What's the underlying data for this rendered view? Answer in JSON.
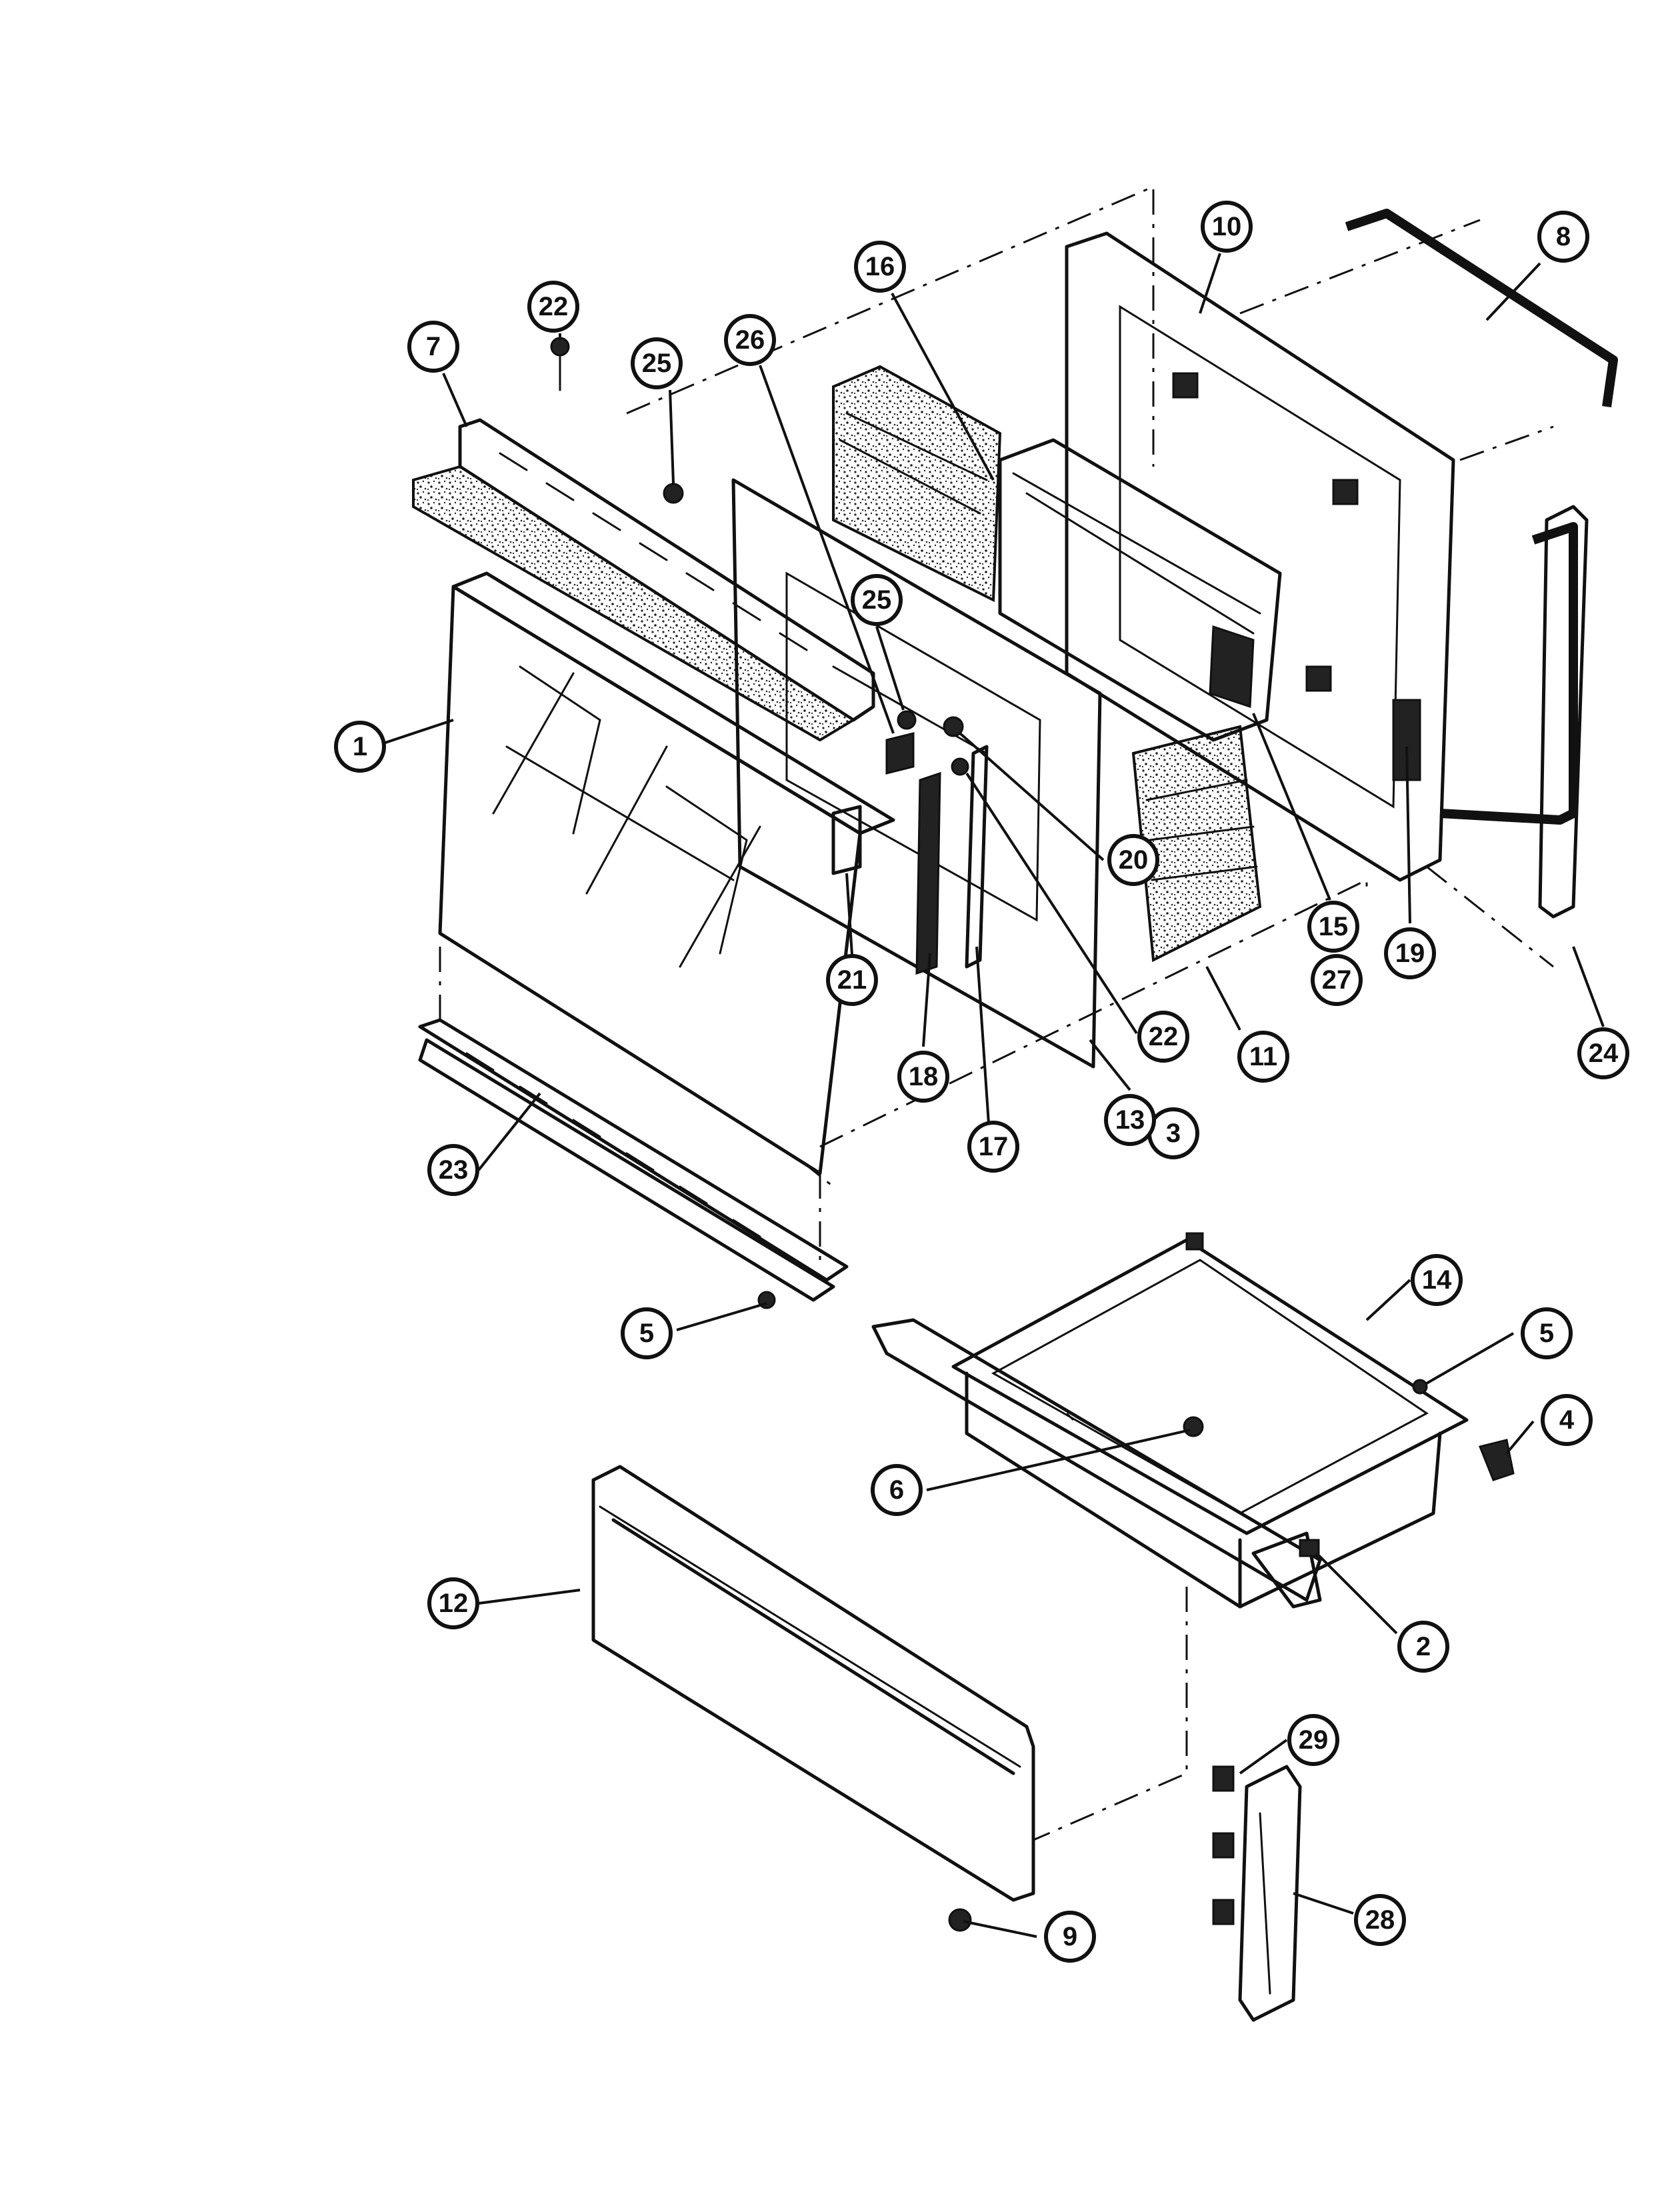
{
  "diagram": {
    "callouts": [
      {
        "id": "c1",
        "label": "1"
      },
      {
        "id": "c2",
        "label": "2"
      },
      {
        "id": "c3",
        "label": "3"
      },
      {
        "id": "c4",
        "label": "4"
      },
      {
        "id": "c5a",
        "label": "5"
      },
      {
        "id": "c5b",
        "label": "5"
      },
      {
        "id": "c6",
        "label": "6"
      },
      {
        "id": "c7",
        "label": "7"
      },
      {
        "id": "c8",
        "label": "8"
      },
      {
        "id": "c9",
        "label": "9"
      },
      {
        "id": "c10",
        "label": "10"
      },
      {
        "id": "c11",
        "label": "11"
      },
      {
        "id": "c12",
        "label": "12"
      },
      {
        "id": "c13",
        "label": "13"
      },
      {
        "id": "c14",
        "label": "14"
      },
      {
        "id": "c15",
        "label": "15"
      },
      {
        "id": "c16",
        "label": "16"
      },
      {
        "id": "c17",
        "label": "17"
      },
      {
        "id": "c18",
        "label": "18"
      },
      {
        "id": "c19",
        "label": "19"
      },
      {
        "id": "c20",
        "label": "20"
      },
      {
        "id": "c21",
        "label": "21"
      },
      {
        "id": "c22a",
        "label": "22"
      },
      {
        "id": "c22b",
        "label": "22"
      },
      {
        "id": "c23",
        "label": "23"
      },
      {
        "id": "c24",
        "label": "24"
      },
      {
        "id": "c25a",
        "label": "25"
      },
      {
        "id": "c25b",
        "label": "25"
      },
      {
        "id": "c26",
        "label": "26"
      },
      {
        "id": "c27",
        "label": "27"
      },
      {
        "id": "c28",
        "label": "28"
      },
      {
        "id": "c29",
        "label": "29"
      }
    ]
  }
}
